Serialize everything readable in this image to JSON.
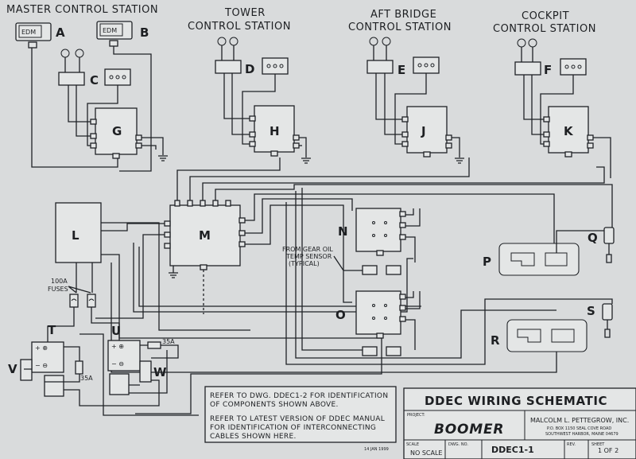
{
  "stations": {
    "master": "MASTER CONTROL STATION",
    "tower_1": "TOWER",
    "tower_2": "CONTROL STATION",
    "aft_1": "AFT BRIDGE",
    "aft_2": "CONTROL STATION",
    "cockpit_1": "COCKPIT",
    "cockpit_2": "CONTROL STATION"
  },
  "component_labels": {
    "A": "A",
    "B": "B",
    "C": "C",
    "D": "D",
    "E": "E",
    "F": "F",
    "G": "G",
    "H": "H",
    "J": "J",
    "K": "K",
    "L": "L",
    "M": "M",
    "N": "N",
    "O": "O",
    "P": "P",
    "Q": "Q",
    "R": "R",
    "S": "S",
    "T": "T",
    "U": "U",
    "V": "V",
    "W": "W"
  },
  "edm_label": "EDM",
  "fuses": {
    "line1": "100A",
    "line2": "FUSES"
  },
  "amp_labels": {
    "a35_top": "35A",
    "a35_left": "35A"
  },
  "sensor_note": {
    "line1": "FROM GEAR OIL",
    "line2": "TEMP SENSOR",
    "line3": "(TYPICAL)"
  },
  "notes": {
    "line1": "REFER TO DWG. DDEC1-2 FOR IDENTIFICATION",
    "line2": "OF COMPONENTS SHOWN ABOVE.",
    "line3": "REFER TO LATEST VERSION OF DDEC MANUAL",
    "line4": "FOR IDENTIFICATION OF INTERCONNECTING",
    "line5": "CABLES SHOWN HERE."
  },
  "date": "14 JAN 1999",
  "title_block": {
    "title": "DDEC WIRING SCHEMATIC",
    "project_label": "PROJECT:",
    "project": "BOOMER",
    "company": "MALCOLM L. PETTEGROW, INC.",
    "address1": "P.O. BOX 1150  SEAL COVE ROAD",
    "address2": "SOUTHWEST HARBOR, MAINE 04679",
    "scale_label": "SCALE",
    "scale": "NO SCALE",
    "dwg_label": "DWG. NO.",
    "dwg": "DDEC1-1",
    "rev_label": "REV.",
    "sheet_label": "SHEET",
    "sheet": "1 OF 2"
  },
  "colors": {
    "paper": "#d9dbdc",
    "ink": "#1f2226",
    "box_fill": "#e4e6e6"
  }
}
